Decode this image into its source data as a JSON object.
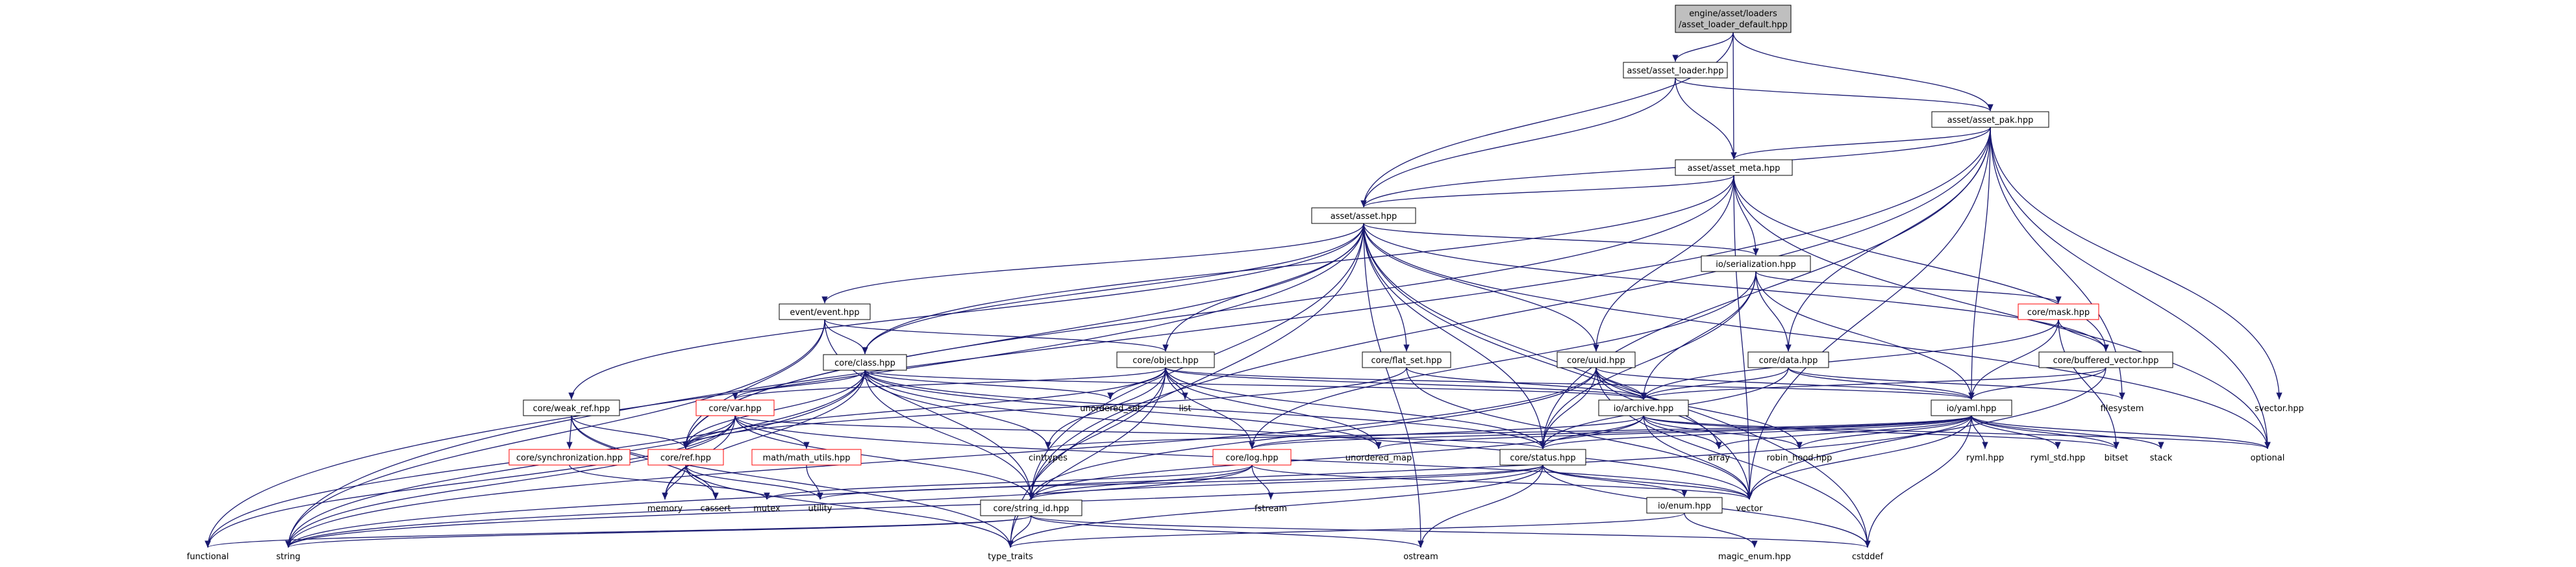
{
  "diagram": {
    "title": "",
    "nodes": [
      {
        "id": "root",
        "text": "engine/asset/loaders/asset_loader_default.hpp",
        "style": "root"
      },
      {
        "id": "asset_loader",
        "text": "asset/asset_loader.hpp",
        "style": "box"
      },
      {
        "id": "asset_pak",
        "text": "asset/asset_pak.hpp",
        "style": "box"
      },
      {
        "id": "asset_meta",
        "text": "asset/asset_meta.hpp",
        "style": "box"
      },
      {
        "id": "asset",
        "text": "asset/asset.hpp",
        "style": "box"
      },
      {
        "id": "event",
        "text": "event/event.hpp",
        "style": "box"
      },
      {
        "id": "core_class",
        "text": "core/class.hpp",
        "style": "box"
      },
      {
        "id": "core_object",
        "text": "core/object.hpp",
        "style": "box"
      },
      {
        "id": "core_flat_set",
        "text": "core/flat_set.hpp",
        "style": "box"
      },
      {
        "id": "core_uuid",
        "text": "core/uuid.hpp",
        "style": "box"
      },
      {
        "id": "io_serialization",
        "text": "io/serialization.hpp",
        "style": "box"
      },
      {
        "id": "core_mask",
        "text": "core/mask.hpp",
        "style": "red"
      },
      {
        "id": "core_data",
        "text": "core/data.hpp",
        "style": "box"
      },
      {
        "id": "core_buffered_vector",
        "text": "core/buffered_vector.hpp",
        "style": "box"
      },
      {
        "id": "core_weak_ref",
        "text": "core/weak_ref.hpp",
        "style": "box"
      },
      {
        "id": "core_var",
        "text": "core/var.hpp",
        "style": "red"
      },
      {
        "id": "io_archive",
        "text": "io/archive.hpp",
        "style": "box"
      },
      {
        "id": "io_yaml",
        "text": "io/yaml.hpp",
        "style": "box"
      },
      {
        "id": "core_sync",
        "text": "core/synchronization.hpp",
        "style": "red"
      },
      {
        "id": "math_utils",
        "text": "math/math_utils.hpp",
        "style": "red"
      },
      {
        "id": "core_ref",
        "text": "core/ref.hpp",
        "style": "red"
      },
      {
        "id": "core_log",
        "text": "core/log.hpp",
        "style": "red"
      },
      {
        "id": "core_status",
        "text": "core/status.hpp",
        "style": "box"
      },
      {
        "id": "core_string_id",
        "text": "core/string_id.hpp",
        "style": "box"
      },
      {
        "id": "io_enum",
        "text": "io/enum.hpp",
        "style": "box"
      },
      {
        "id": "unordered_set",
        "text": "unordered_set",
        "style": "plain"
      },
      {
        "id": "list",
        "text": "list",
        "style": "plain"
      },
      {
        "id": "filesystem",
        "text": "filesystem",
        "style": "plain"
      },
      {
        "id": "svector",
        "text": "svector.hpp",
        "style": "plain"
      },
      {
        "id": "cinttypes",
        "text": "cinttypes",
        "style": "plain"
      },
      {
        "id": "unordered_map",
        "text": "unordered_map",
        "style": "plain"
      },
      {
        "id": "array",
        "text": "array",
        "style": "plain"
      },
      {
        "id": "robin_hood",
        "text": "robin_hood.hpp",
        "style": "plain"
      },
      {
        "id": "ryml",
        "text": "ryml.hpp",
        "style": "plain"
      },
      {
        "id": "ryml_std",
        "text": "ryml_std.hpp",
        "style": "plain"
      },
      {
        "id": "bitset",
        "text": "bitset",
        "style": "plain"
      },
      {
        "id": "stack",
        "text": "stack",
        "style": "plain"
      },
      {
        "id": "optional",
        "text": "optional",
        "style": "plain"
      },
      {
        "id": "memory",
        "text": "memory",
        "style": "plain"
      },
      {
        "id": "cassert",
        "text": "cassert",
        "style": "plain"
      },
      {
        "id": "mutex",
        "text": "mutex",
        "style": "plain"
      },
      {
        "id": "utility",
        "text": "utility",
        "style": "plain"
      },
      {
        "id": "fstream",
        "text": "fstream",
        "style": "plain"
      },
      {
        "id": "vector",
        "text": "vector",
        "style": "plain"
      },
      {
        "id": "functional",
        "text": "functional",
        "style": "plain"
      },
      {
        "id": "string",
        "text": "string",
        "style": "plain"
      },
      {
        "id": "type_traits",
        "text": "type_traits",
        "style": "plain"
      },
      {
        "id": "ostream",
        "text": "ostream",
        "style": "plain"
      },
      {
        "id": "cstddef",
        "text": "cstddef",
        "style": "plain"
      },
      {
        "id": "magic_enum",
        "text": "magic_enum.hpp",
        "style": "plain"
      }
    ],
    "edges": [
      [
        "root",
        "asset_loader"
      ],
      [
        "root",
        "asset_pak"
      ],
      [
        "root",
        "asset_meta"
      ],
      [
        "root",
        "asset"
      ],
      [
        "asset_loader",
        "asset_pak"
      ],
      [
        "asset_loader",
        "asset_meta"
      ],
      [
        "asset_loader",
        "asset"
      ],
      [
        "asset_pak",
        "asset_meta"
      ],
      [
        "asset_pak",
        "asset"
      ],
      [
        "asset_pak",
        "core_data"
      ],
      [
        "asset_pak",
        "io_yaml"
      ],
      [
        "asset_pak",
        "core_status"
      ],
      [
        "asset_pak",
        "string"
      ],
      [
        "asset_pak",
        "optional"
      ],
      [
        "asset_pak",
        "vector"
      ],
      [
        "asset_pak",
        "svector"
      ],
      [
        "asset_pak",
        "filesystem"
      ],
      [
        "asset_pak",
        "core_string_id"
      ],
      [
        "asset_meta",
        "asset"
      ],
      [
        "asset_meta",
        "core_uuid"
      ],
      [
        "asset_meta",
        "io_serialization"
      ],
      [
        "asset_meta",
        "core_buffered_vector"
      ],
      [
        "asset_meta",
        "core_class"
      ],
      [
        "asset_meta",
        "core_ref"
      ],
      [
        "asset_meta",
        "optional"
      ],
      [
        "asset_meta",
        "vector"
      ],
      [
        "asset",
        "event"
      ],
      [
        "asset",
        "core_class"
      ],
      [
        "asset",
        "core_object"
      ],
      [
        "asset",
        "core_flat_set"
      ],
      [
        "asset",
        "core_uuid"
      ],
      [
        "asset",
        "io_serialization"
      ],
      [
        "asset",
        "core_weak_ref"
      ],
      [
        "asset",
        "core_buffered_vector"
      ],
      [
        "asset",
        "core_ref"
      ],
      [
        "asset",
        "core_string_id"
      ],
      [
        "asset",
        "core_status"
      ],
      [
        "asset",
        "functional"
      ],
      [
        "asset",
        "vector"
      ],
      [
        "asset",
        "cstddef"
      ],
      [
        "asset",
        "optional"
      ],
      [
        "asset",
        "ostream"
      ],
      [
        "asset",
        "type_traits"
      ],
      [
        "event",
        "core_class"
      ],
      [
        "event",
        "core_object"
      ],
      [
        "event",
        "core_ref"
      ],
      [
        "event",
        "core_string_id"
      ],
      [
        "event",
        "string"
      ],
      [
        "core_class",
        "core_var"
      ],
      [
        "core_class",
        "core_ref"
      ],
      [
        "core_class",
        "core_string_id"
      ],
      [
        "core_class",
        "unordered_set"
      ],
      [
        "core_class",
        "unordered_map"
      ],
      [
        "core_class",
        "cinttypes"
      ],
      [
        "core_class",
        "string"
      ],
      [
        "core_class",
        "vector"
      ],
      [
        "core_class",
        "functional"
      ],
      [
        "core_class",
        "memory"
      ],
      [
        "core_class",
        "io_archive"
      ],
      [
        "core_class",
        "core_status"
      ],
      [
        "core_object",
        "core_var"
      ],
      [
        "core_object",
        "io_yaml"
      ],
      [
        "core_object",
        "io_archive"
      ],
      [
        "core_object",
        "core_status"
      ],
      [
        "core_object",
        "core_log"
      ],
      [
        "core_object",
        "list"
      ],
      [
        "core_object",
        "unordered_set"
      ],
      [
        "core_object",
        "unordered_map"
      ],
      [
        "core_object",
        "cinttypes"
      ],
      [
        "core_object",
        "type_traits"
      ],
      [
        "core_object",
        "core_ref"
      ],
      [
        "core_object",
        "core_string_id"
      ],
      [
        "core_flat_set",
        "io_archive"
      ],
      [
        "core_flat_set",
        "vector"
      ],
      [
        "core_flat_set",
        "core_ref"
      ],
      [
        "core_uuid",
        "io_archive"
      ],
      [
        "core_uuid",
        "io_yaml"
      ],
      [
        "core_uuid",
        "core_status"
      ],
      [
        "core_uuid",
        "core_string_id"
      ],
      [
        "core_uuid",
        "array"
      ],
      [
        "core_uuid",
        "robin_hood"
      ],
      [
        "core_uuid",
        "cstddef"
      ],
      [
        "core_uuid",
        "string"
      ],
      [
        "io_serialization",
        "core_mask"
      ],
      [
        "io_serialization",
        "core_data"
      ],
      [
        "io_serialization",
        "io_archive"
      ],
      [
        "io_serialization",
        "io_yaml"
      ],
      [
        "io_serialization",
        "core_status"
      ],
      [
        "io_serialization",
        "core_log"
      ],
      [
        "core_mask",
        "core_buffered_vector"
      ],
      [
        "core_mask",
        "io_archive"
      ],
      [
        "core_mask",
        "io_yaml"
      ],
      [
        "core_mask",
        "bitset"
      ],
      [
        "core_data",
        "io_archive"
      ],
      [
        "core_data",
        "io_yaml"
      ],
      [
        "core_data",
        "core_status"
      ],
      [
        "core_data",
        "filesystem"
      ],
      [
        "core_buffered_vector",
        "io_archive"
      ],
      [
        "core_buffered_vector",
        "io_yaml"
      ],
      [
        "core_buffered_vector",
        "vector"
      ],
      [
        "core_weak_ref",
        "core_ref"
      ],
      [
        "core_weak_ref",
        "core_sync"
      ],
      [
        "core_weak_ref",
        "cassert"
      ],
      [
        "core_weak_ref",
        "type_traits"
      ],
      [
        "core_var",
        "core_ref"
      ],
      [
        "core_var",
        "math_utils"
      ],
      [
        "core_var",
        "core_string_id"
      ],
      [
        "core_var",
        "core_status"
      ],
      [
        "core_var",
        "memory"
      ],
      [
        "core_var",
        "functional"
      ],
      [
        "core_var",
        "string"
      ],
      [
        "core_var",
        "vector"
      ],
      [
        "io_archive",
        "core_status"
      ],
      [
        "io_archive",
        "core_log"
      ],
      [
        "io_archive",
        "core_string_id"
      ],
      [
        "io_archive",
        "vector"
      ],
      [
        "io_archive",
        "optional"
      ],
      [
        "io_archive",
        "array"
      ],
      [
        "io_archive",
        "robin_hood"
      ],
      [
        "io_archive",
        "bitset"
      ],
      [
        "io_yaml",
        "core_status"
      ],
      [
        "io_yaml",
        "core_log"
      ],
      [
        "io_yaml",
        "ryml"
      ],
      [
        "io_yaml",
        "ryml_std"
      ],
      [
        "io_yaml",
        "bitset"
      ],
      [
        "io_yaml",
        "stack"
      ],
      [
        "io_yaml",
        "optional"
      ],
      [
        "io_yaml",
        "vector"
      ],
      [
        "io_yaml",
        "string"
      ],
      [
        "io_yaml",
        "cstddef"
      ],
      [
        "io_yaml",
        "array"
      ],
      [
        "io_yaml",
        "robin_hood"
      ],
      [
        "io_yaml",
        "unordered_map"
      ],
      [
        "io_yaml",
        "cinttypes"
      ],
      [
        "core_sync",
        "mutex"
      ],
      [
        "math_utils",
        "utility"
      ],
      [
        "core_ref",
        "memory"
      ],
      [
        "core_ref",
        "cassert"
      ],
      [
        "core_ref",
        "utility"
      ],
      [
        "core_ref",
        "type_traits"
      ],
      [
        "core_log",
        "fstream"
      ],
      [
        "core_log",
        "core_string_id"
      ],
      [
        "core_log",
        "mutex"
      ],
      [
        "core_log",
        "string"
      ],
      [
        "core_log",
        "vector"
      ],
      [
        "core_status",
        "core_string_id"
      ],
      [
        "core_status",
        "io_enum"
      ],
      [
        "core_status",
        "ostream"
      ],
      [
        "core_status",
        "utility"
      ],
      [
        "core_status",
        "type_traits"
      ],
      [
        "core_status",
        "string"
      ],
      [
        "core_status",
        "cstddef"
      ],
      [
        "core_status",
        "vector"
      ],
      [
        "core_string_id",
        "string"
      ],
      [
        "core_string_id",
        "functional"
      ],
      [
        "core_string_id",
        "type_traits"
      ],
      [
        "core_string_id",
        "cstddef"
      ],
      [
        "core_string_id",
        "ostream"
      ],
      [
        "io_enum",
        "magic_enum"
      ],
      [
        "io_enum",
        "type_traits"
      ]
    ]
  }
}
